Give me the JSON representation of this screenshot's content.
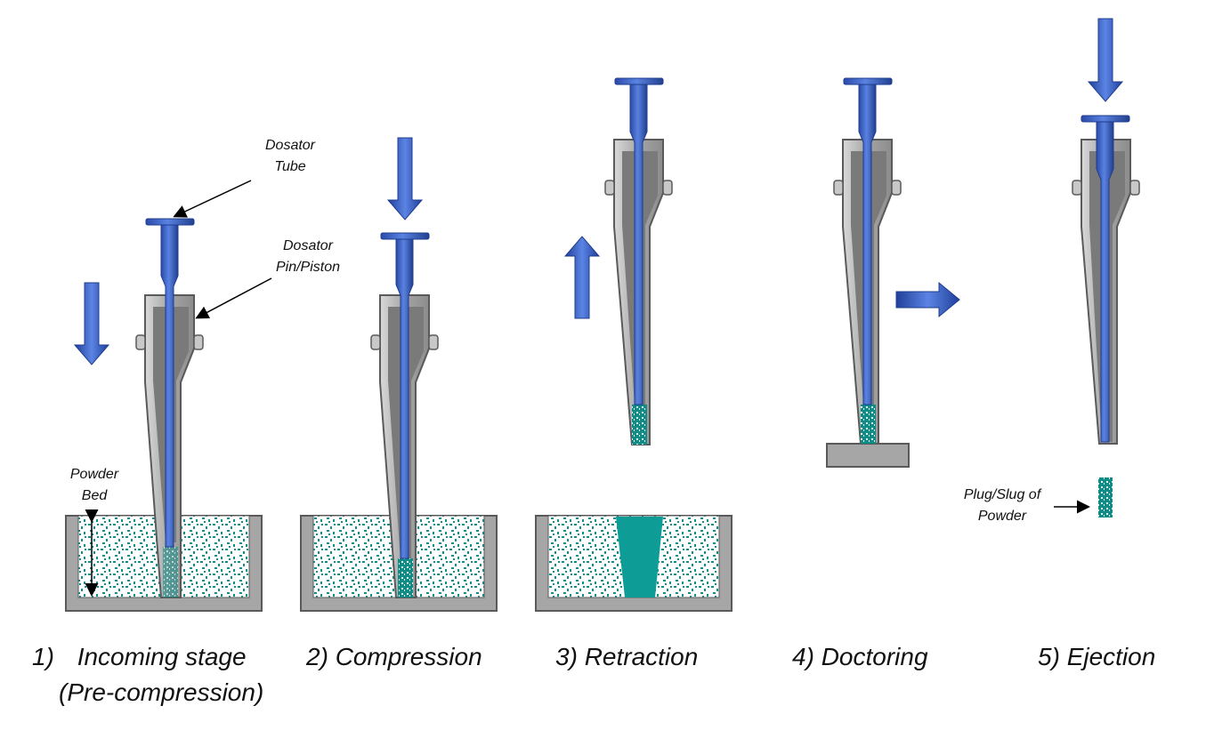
{
  "annotations": {
    "dosator_tube": [
      "Dosator",
      "Tube"
    ],
    "dosator_pin": [
      "Dosator",
      "Pin/Piston"
    ],
    "powder_bed": [
      "Powder",
      "Bed"
    ],
    "plug_slug": [
      "Plug/Slug of",
      "Powder"
    ]
  },
  "stages": [
    {
      "number": "1)",
      "label": "Incoming stage",
      "sublabel": "(Pre-compression)"
    },
    {
      "number": "2)",
      "label": "Compression"
    },
    {
      "number": "3)",
      "label": "Retraction"
    },
    {
      "number": "4)",
      "label": "Doctoring"
    },
    {
      "number": "5)",
      "label": "Ejection"
    }
  ],
  "colors": {
    "piston_blue": "#3b5fc6",
    "piston_dark": "#1f3c8f",
    "tube_gray": "#9a9a9a",
    "tube_light": "#cfcfcf",
    "tube_dark": "#6e6e6e",
    "powder_teal": "#138f8a",
    "powder_solid": "#0e9d96",
    "bed_gray": "#a6a6a6",
    "outline": "#5a5a5a"
  }
}
